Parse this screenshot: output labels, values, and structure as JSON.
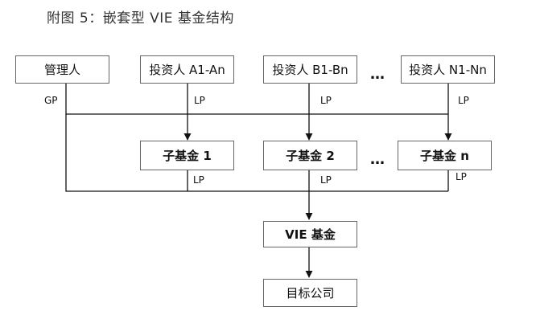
{
  "title": "附图 5：嵌套型 VIE 基金结构",
  "nodes": {
    "manager": "管理人",
    "investor_a": "投资人 A1-An",
    "investor_b": "投资人 B1-Bn",
    "investor_n": "投资人 N1-Nn",
    "subfund_1": "子基金 1",
    "subfund_2": "子基金 2",
    "subfund_n": "子基金 n",
    "vie_fund": "VIE 基金",
    "target_company": "目标公司"
  },
  "edge_labels": {
    "gp": "GP",
    "lp": "LP"
  },
  "ellipsis": "…",
  "colors": {
    "line": "#111111",
    "box_border": "#666666"
  }
}
